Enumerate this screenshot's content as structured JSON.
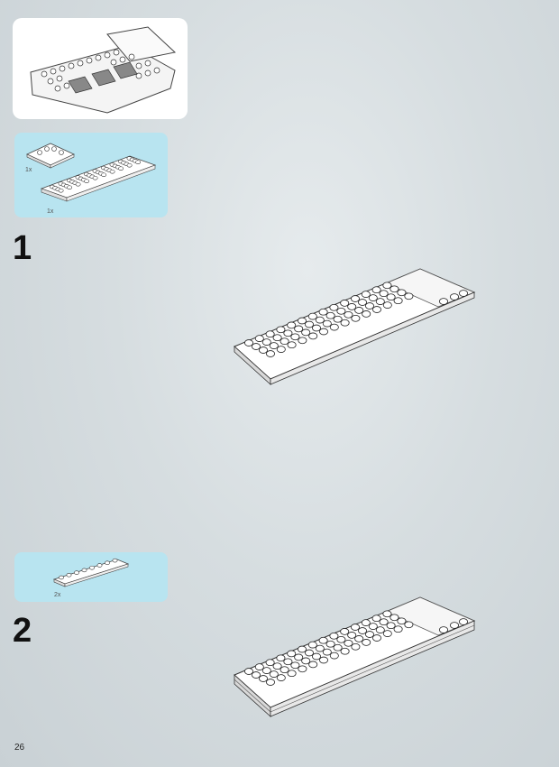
{
  "steps": [
    {
      "number": "1",
      "parts": [
        {
          "qty": "1x"
        },
        {
          "qty": "1x"
        }
      ]
    },
    {
      "number": "2",
      "parts": [
        {
          "qty": "2x"
        }
      ]
    }
  ],
  "page": {
    "number": "26"
  }
}
